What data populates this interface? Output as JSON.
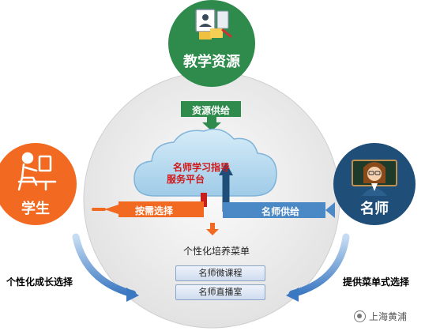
{
  "nodes": {
    "top": {
      "label": "教学资源",
      "color": "#2e8b4c",
      "icon": "document-user-folder-icon"
    },
    "left": {
      "label": "学生",
      "color": "#f26a21",
      "icon": "student-at-desk-icon"
    },
    "right": {
      "label": "名师",
      "color": "#1f4e79",
      "icon": "teacher-at-board-icon"
    }
  },
  "center": {
    "line1": "名师学习指导",
    "line2": "服务平台"
  },
  "flows": {
    "top": "资源供给",
    "left": "按需选择",
    "right": "名师供给"
  },
  "menu": {
    "title": "个性化培养菜单",
    "items": [
      "名师微课程",
      "名师直播室"
    ]
  },
  "sides": {
    "left": "个性化成长选择",
    "right": "提供菜单式选择"
  },
  "watermark": "上海黄浦",
  "colors": {
    "green": "#2e8b4c",
    "orange": "#f26a21",
    "navy": "#1f4e79",
    "flow_blue": "#4a88c6",
    "cloud": "#b8dcf0",
    "circle": "#ededed",
    "red_text": "#d01818"
  }
}
